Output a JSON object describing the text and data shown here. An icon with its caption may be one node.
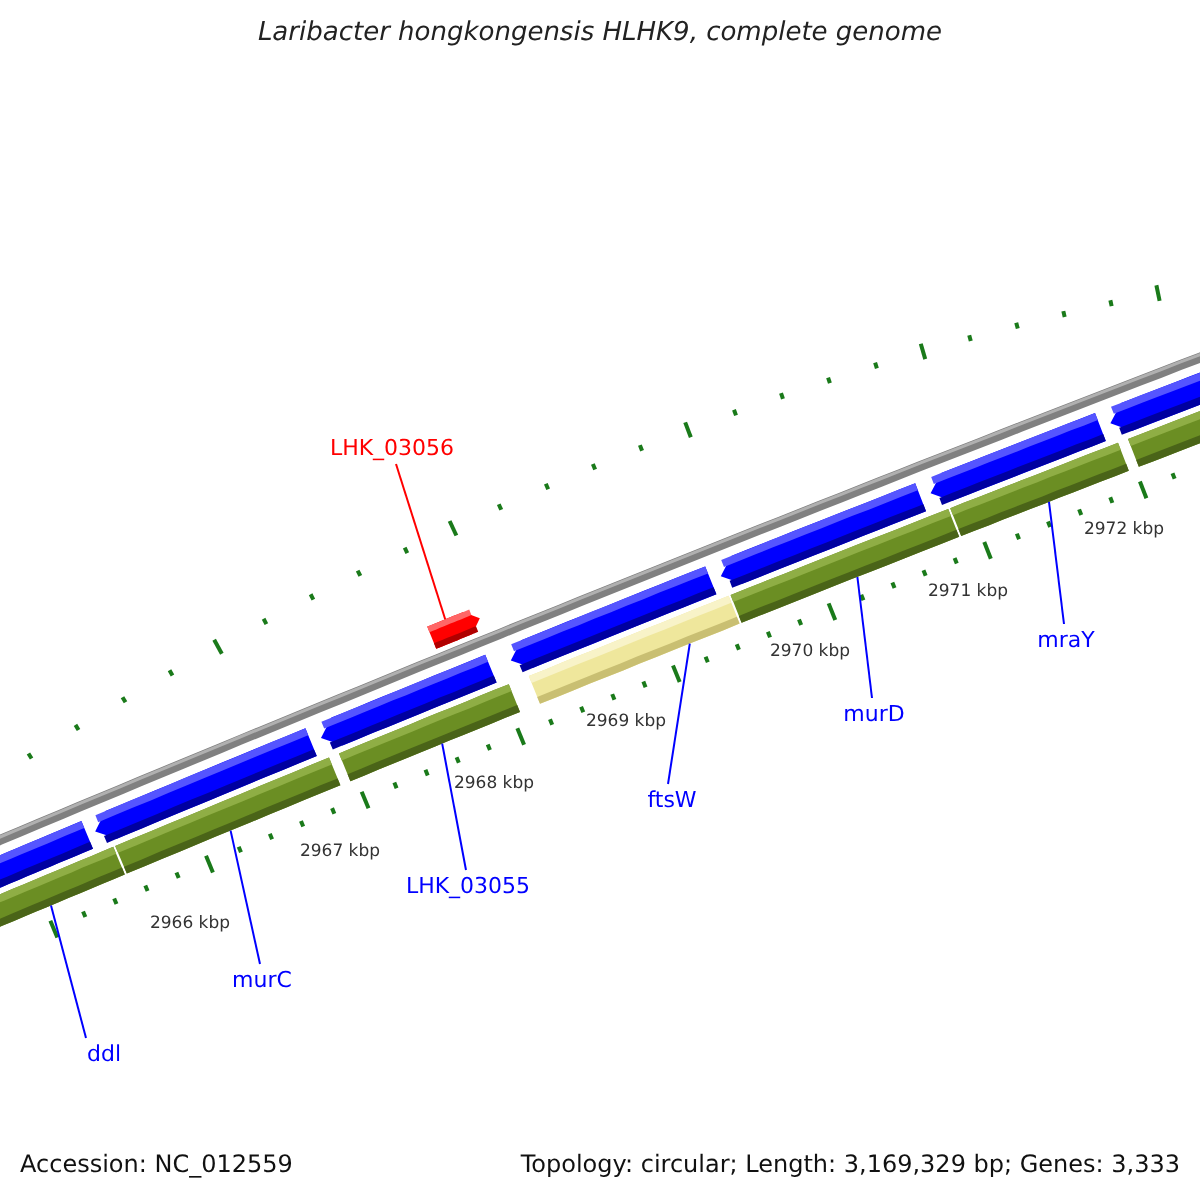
{
  "diagram": {
    "title": "Laribacter hongkongensis HLHK9, complete genome",
    "nodes": [
      {
        "text": [
          "LHK_03056"
        ]
      },
      {
        "text": [],
        "shape": "pentagon"
      },
      {
        "text": [],
        "shape": "pentagon"
      },
      {
        "text": [],
        "shape": "pentagon"
      },
      {
        "text": [],
        "shape": "pentagon"
      },
      {
        "text": [],
        "shape": "pentagon"
      },
      {
        "text": [],
        "shape": "pentagon"
      },
      {
        "text": [],
        "shape": "pentagon"
      },
      {
        "text": [],
        "shape": "pentagon"
      },
      {
        "text": [],
        "shape": "bar"
      },
      {
        "text": [],
        "shape": "bar"
      },
      {
        "text": [],
        "shape": "bar"
      },
      {
        "text": [],
        "shape": "bar"
      },
      {
        "text": [],
        "shape": "bar"
      },
      {
        "text": [],
        "shape": "bar"
      },
      {
        "text": [],
        "shape": "bar"
      },
      {
        "text": [
          "ddl"
        ]
      },
      {
        "text": [
          "murC"
        ]
      },
      {
        "text": [
          "LHK_03055"
        ]
      },
      {
        "text": [
          "ftsW"
        ]
      },
      {
        "text": [
          "murD"
        ]
      },
      {
        "text": [
          "mraY"
        ]
      }
    ],
    "edges": [
      {
        "from": 0,
        "to": 1,
        "arrow": "none",
        "color": "#ff0000"
      },
      {
        "from": 16,
        "to": 9,
        "arrow": "none"
      },
      {
        "from": 17,
        "to": 10,
        "arrow": "none"
      },
      {
        "from": 18,
        "to": 11,
        "arrow": "none"
      },
      {
        "from": 19,
        "to": 12,
        "arrow": "none"
      },
      {
        "from": 20,
        "to": 13,
        "arrow": "none"
      },
      {
        "from": 21,
        "to": 14,
        "arrow": "none"
      }
    ],
    "labels": [
      "2966 kbp",
      "2967 kbp",
      "2968 kbp",
      "2969 kbp",
      "2970 kbp",
      "2971 kbp",
      "2972 kbp",
      "Accession: NC_012559",
      "Topology: circular; Length: 3,169,329 bp; Genes: 3,333"
    ]
  }
}
